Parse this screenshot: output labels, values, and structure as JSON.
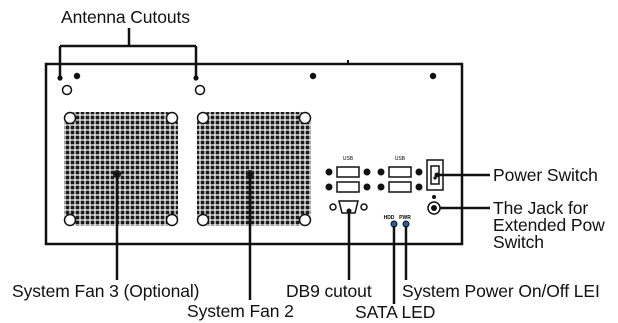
{
  "labels": {
    "antenna": "Antenna Cutouts",
    "power_switch": "Power Switch",
    "jack_line1": "The Jack for",
    "jack_line2": "Extended Pow",
    "jack_line3": "Switch",
    "fan3": "System Fan 3 (Optional)",
    "fan2": "System Fan 2",
    "db9": "DB9 cutout",
    "sata": "SATA LED",
    "power_led": "System Power On/Off LEI"
  },
  "port_text": {
    "usb_left": "USB",
    "usb_right": "USB",
    "hdd": "HDD",
    "pwr": "PWR"
  },
  "colors": {
    "ink": "#111111",
    "panel": "#ffffff",
    "grille": "#1a1a1a",
    "led": "#1f5fa8"
  }
}
